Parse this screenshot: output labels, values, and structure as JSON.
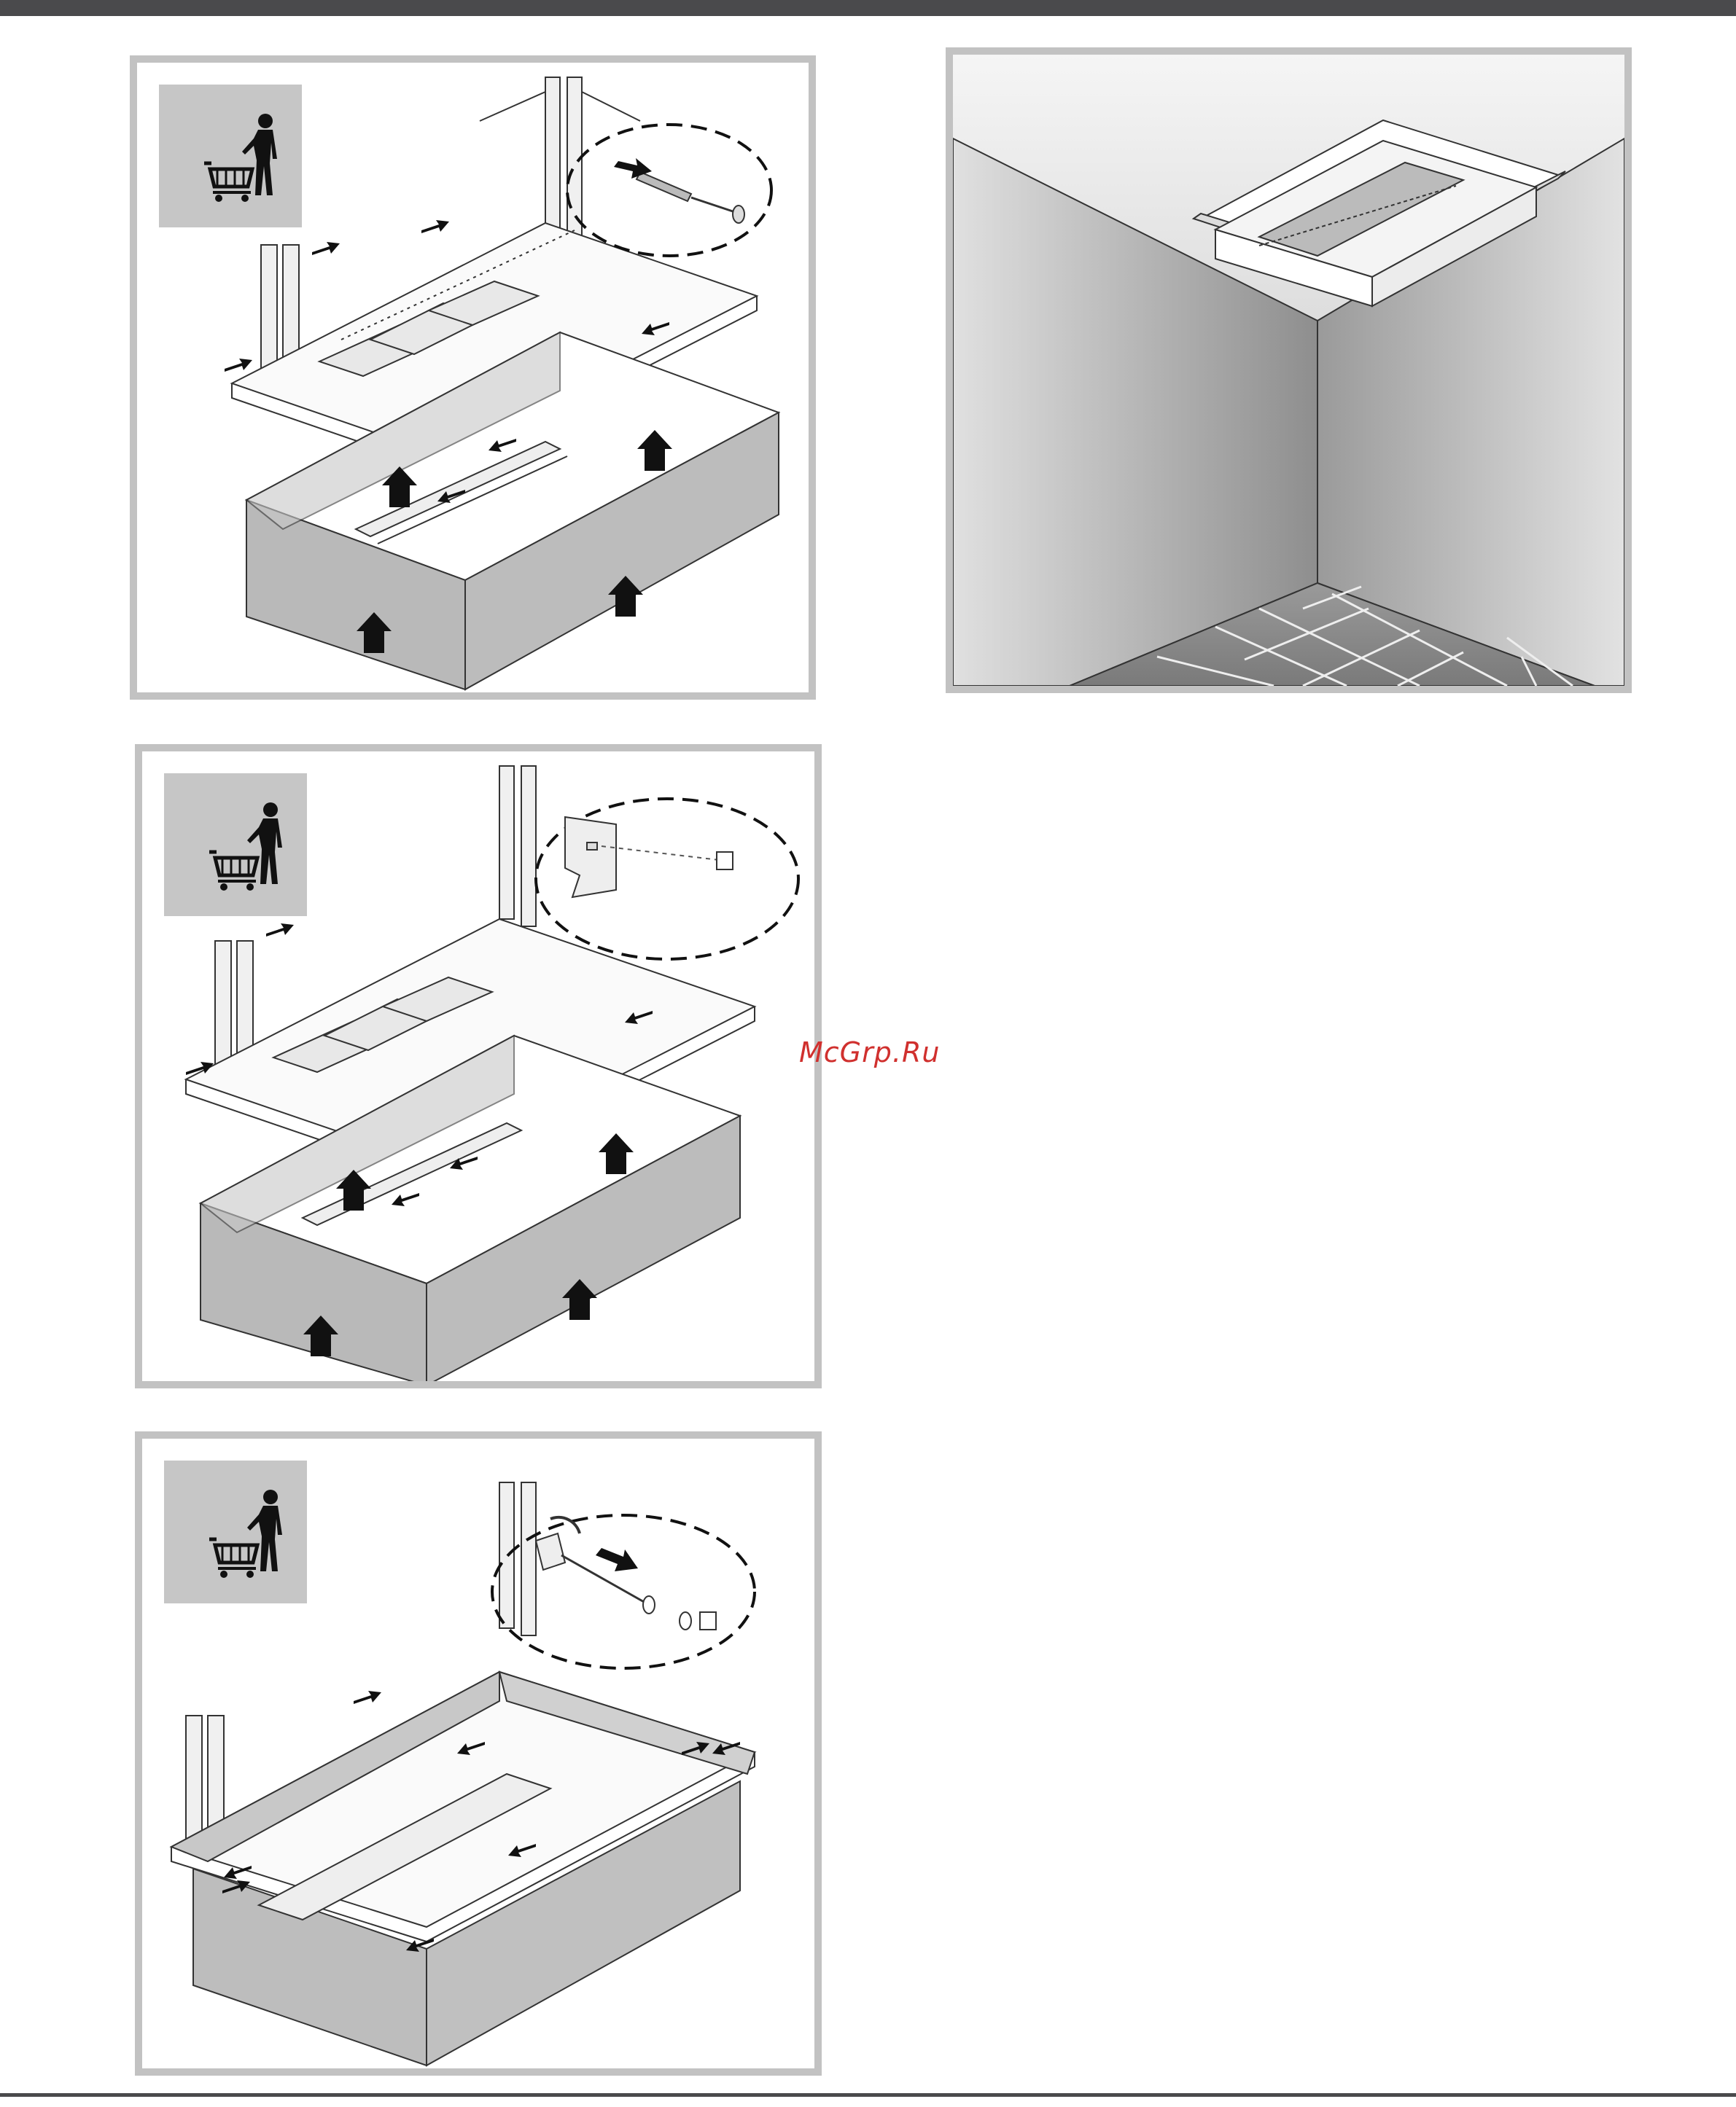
{
  "watermark": {
    "text": "McGrp.Ru"
  },
  "icons": {
    "badge": "person-with-shopping-cart-icon",
    "arrow": "arrow-icon",
    "screw": "screw-icon"
  },
  "colors": {
    "frame_border": "#c2c2c2",
    "badge_bg": "#c6c6c6",
    "header_bar": "#4a4a4c",
    "watermark": "#d0302e",
    "wall_light": "#dcdcdc",
    "wall_dark": "#8a8a8a"
  },
  "panels": [
    {
      "id": "step-remove-side-panels-with-screws",
      "badge_icon": "person-with-shopping-cart-icon"
    },
    {
      "id": "step-remove-side-panels-with-brackets",
      "badge_icon": "person-with-shopping-cart-icon"
    },
    {
      "id": "step-remove-front-screws",
      "badge_icon": "person-with-shopping-cart-icon"
    },
    {
      "id": "step-ceiling-installed-hood"
    }
  ]
}
